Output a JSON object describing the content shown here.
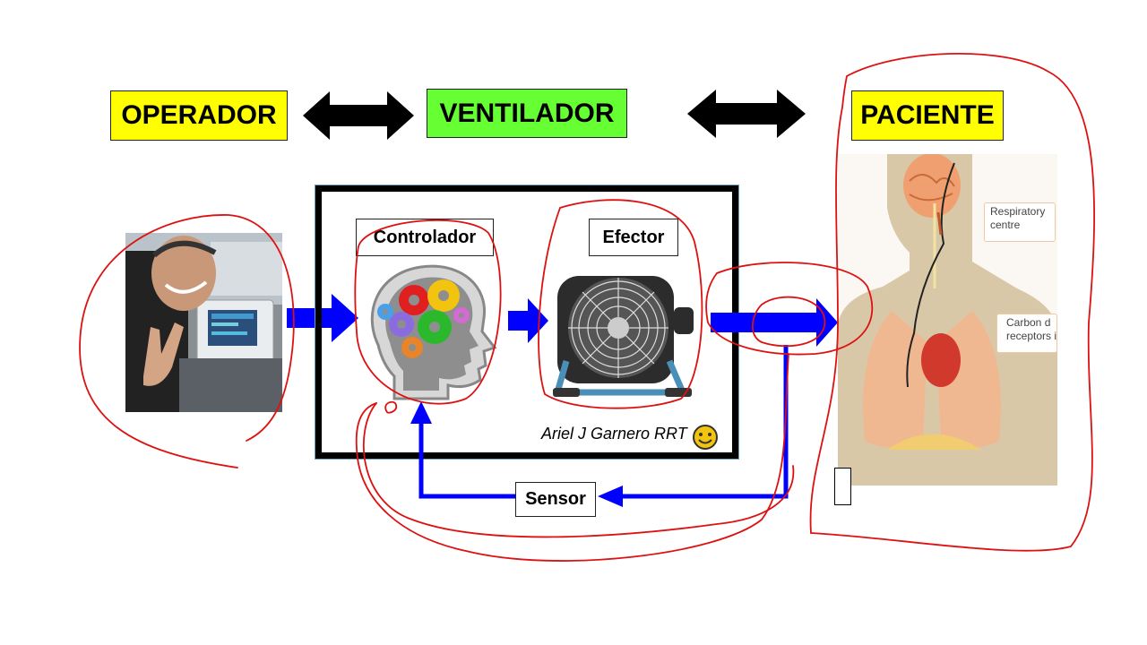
{
  "labels": {
    "operador": "OPERADOR",
    "ventilador": "VENTILADOR",
    "paciente": "PACIENTE"
  },
  "ventilator": {
    "controlador": "Controlador",
    "efector": "Efector",
    "sensor": "Sensor",
    "credit": "Ariel J Garnero RRT"
  },
  "anatomy": {
    "respiratory_centre": [
      "Respiratory",
      "centre"
    ],
    "carbon_receptors": [
      "Carbon d",
      "receptors in"
    ]
  },
  "colors": {
    "yellow_box": "#ffff00",
    "green_box": "#66ff33",
    "blue_arrow": "#0000ff",
    "red_annotation": "#dd1111"
  }
}
